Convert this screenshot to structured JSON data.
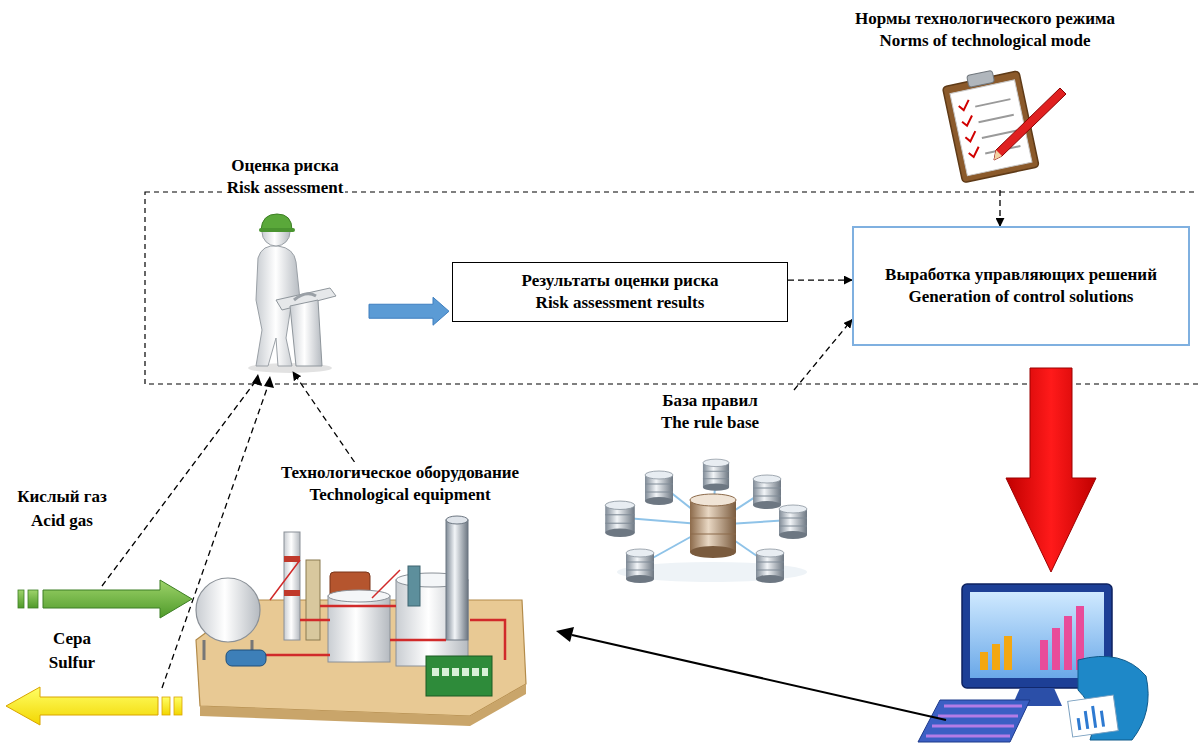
{
  "diagram": {
    "nodes": [
      {
        "text": [
          "Оценка риска",
          "Risk assessment"
        ]
      },
      {
        "text": [
          "Результаты оценки риска",
          "Risk assessment results"
        ]
      },
      {
        "text": [
          "Нормы технологического режима",
          "Norms of technological mode"
        ]
      },
      {
        "text": [
          "Выработка управляющих решений",
          "Generation of control solutions"
        ]
      },
      {
        "text": [
          "База правил",
          "The rule base"
        ]
      },
      {
        "text": [
          "Технологическое оборудование",
          "Technological equipment"
        ]
      }
    ],
    "edges": [
      {
        "from": 5,
        "to": 0,
        "arrow": "to"
      },
      {
        "from": 0,
        "to": 1,
        "arrow": "to"
      },
      {
        "from": 1,
        "to": 3,
        "arrow": "to"
      },
      {
        "from": 2,
        "to": 3,
        "arrow": "to"
      },
      {
        "from": 4,
        "to": 3,
        "arrow": "to"
      }
    ],
    "labels": [
      "Кислый газ",
      "Acid gas",
      "Сера",
      "Sulfur"
    ]
  }
}
